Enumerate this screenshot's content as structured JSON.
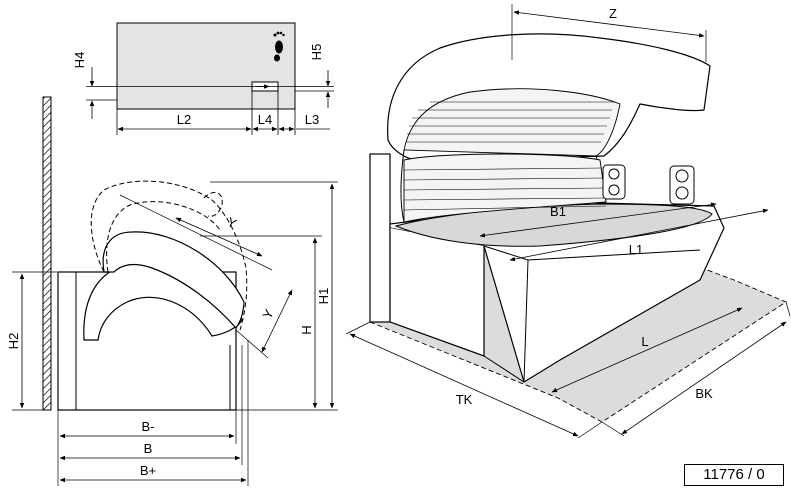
{
  "labels": {
    "z": "Z",
    "h4": "H4",
    "h5": "H5",
    "l2": "L2",
    "l4": "L4",
    "l3": "L3",
    "h1": "H1",
    "h": "H",
    "h2": "H2",
    "y": "Y",
    "b_minus": "B-",
    "b": "B",
    "b_plus": "B+",
    "b1": "B1",
    "l1": "L1",
    "l": "L",
    "tk": "TK",
    "bk": "BK"
  },
  "reference_number": "11776 / 0",
  "colors": {
    "panel_gray": "#e4e4e4",
    "floor_gray": "#dcdcdc",
    "ink": "#000000"
  }
}
